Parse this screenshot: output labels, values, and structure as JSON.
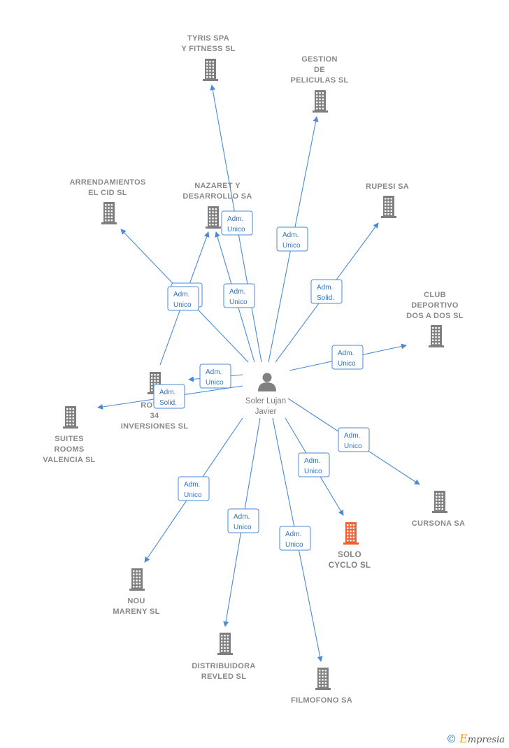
{
  "center": {
    "id": "soler",
    "label_lines": [
      "Soler Lujan",
      "Javier"
    ]
  },
  "nodes": [
    {
      "id": "tyris",
      "label_lines": [
        "TYRIS SPA",
        "Y FITNESS SL"
      ]
    },
    {
      "id": "gestion",
      "label_lines": [
        "GESTION",
        "DE",
        "PELICULAS SL"
      ]
    },
    {
      "id": "arrend",
      "label_lines": [
        "ARRENDAMIENTOS",
        "EL CID SL"
      ]
    },
    {
      "id": "nazaret",
      "label_lines": [
        "NAZARET Y",
        "DESARROLLO SA"
      ]
    },
    {
      "id": "rupesi",
      "label_lines": [
        "RUPESI SA"
      ]
    },
    {
      "id": "club",
      "label_lines": [
        "CLUB",
        "DEPORTIVO",
        "DOS A DOS SL"
      ]
    },
    {
      "id": "rotes",
      "label_lines": [
        "ROTES",
        "34",
        "INVERSIONES SL"
      ]
    },
    {
      "id": "suites",
      "label_lines": [
        "SUITES",
        "ROOMS",
        "VALENCIA  SL"
      ]
    },
    {
      "id": "cursona",
      "label_lines": [
        "CURSONA SA"
      ]
    },
    {
      "id": "solo",
      "label_lines": [
        "SOLO",
        "CYCLO  SL"
      ],
      "highlight": true
    },
    {
      "id": "nou",
      "label_lines": [
        "NOU",
        "MARENY  SL"
      ]
    },
    {
      "id": "distrib",
      "label_lines": [
        "DISTRIBUIDORA",
        "REVLED SL"
      ]
    },
    {
      "id": "filmofono",
      "label_lines": [
        "FILMOFONO SA"
      ]
    }
  ],
  "edges": [
    {
      "to": "tyris",
      "label_lines": [
        "Adm.",
        "Unico"
      ]
    },
    {
      "to": "gestion",
      "label_lines": [
        "Adm.",
        "Unico"
      ]
    },
    {
      "to": "arrend",
      "label_lines": [
        "Adm.",
        "Unico"
      ]
    },
    {
      "to": "nazaret",
      "label_lines": [
        "Adm.",
        "Unico"
      ]
    },
    {
      "to": "nazaret",
      "label_lines": [
        "Adm.",
        "Unico"
      ]
    },
    {
      "to": "rupesi",
      "label_lines": [
        "Adm.",
        "Solid."
      ]
    },
    {
      "to": "club",
      "label_lines": [
        "Adm.",
        "Unico"
      ]
    },
    {
      "to": "rotes",
      "label_lines": [
        "Adm.",
        "Unico"
      ]
    },
    {
      "to": "suites",
      "label_lines": [
        "Adm.",
        "Solid."
      ]
    },
    {
      "to": "cursona",
      "label_lines": [
        "Adm.",
        "Unico"
      ]
    },
    {
      "to": "solo",
      "label_lines": [
        "Adm.",
        "Unico"
      ]
    },
    {
      "to": "nou",
      "label_lines": [
        "Adm.",
        "Unico"
      ]
    },
    {
      "to": "distrib",
      "label_lines": [
        "Adm.",
        "Unico"
      ]
    },
    {
      "to": "filmofono",
      "label_lines": [
        "Adm.",
        "Unico"
      ]
    }
  ],
  "colors": {
    "building": "#7f7f7f",
    "building_highlight": "#f06030",
    "edge": "#4a8ad8",
    "person": "#808080"
  },
  "watermark": {
    "copyright": "©",
    "brand_e": "E",
    "brand_rest": "mpresia"
  }
}
